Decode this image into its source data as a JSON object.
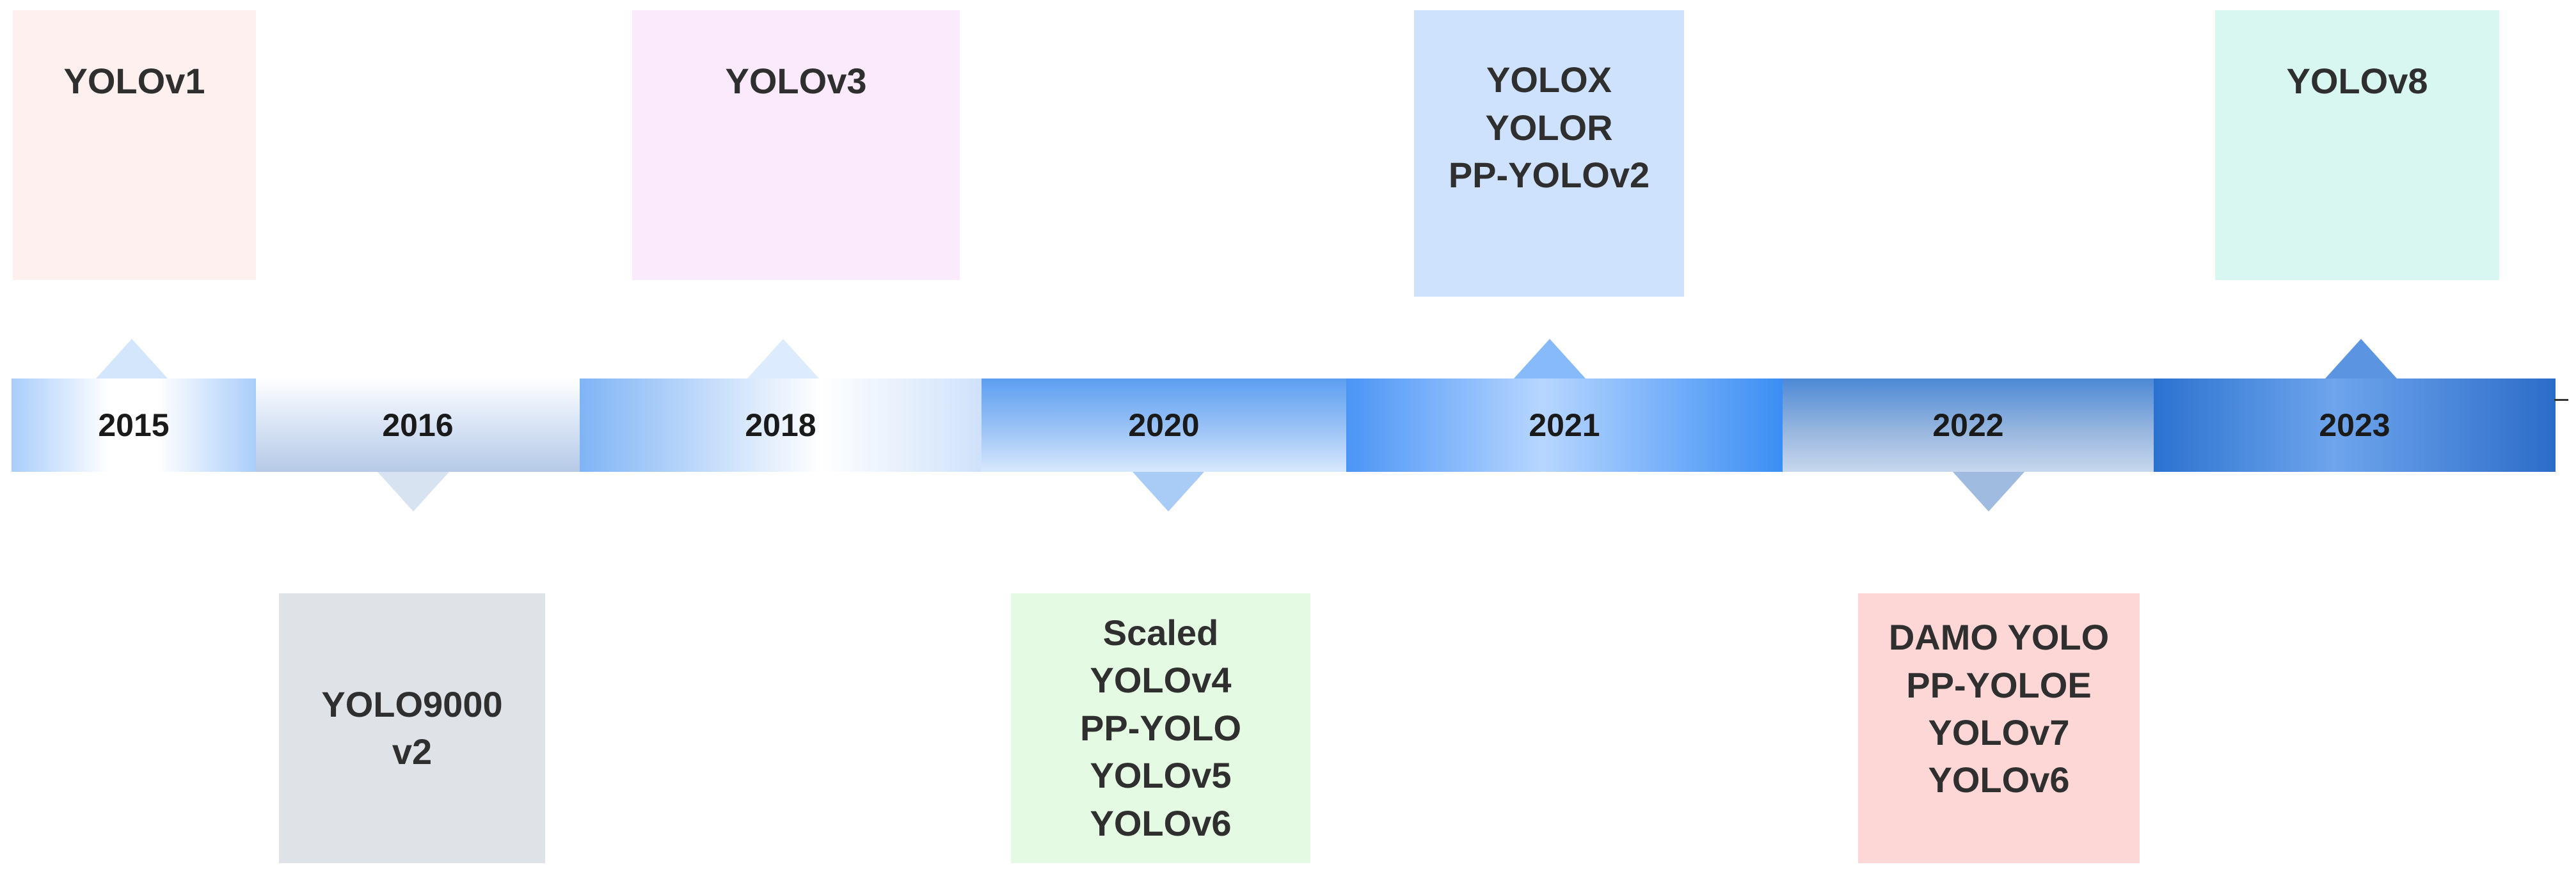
{
  "timeline": {
    "segments": [
      {
        "year": "2015",
        "bg": "linear-gradient(90deg,#a9cdfb 0%,#ffffff 40%,#ffffff 60%,#a9cdfb 100%)"
      },
      {
        "year": "2016",
        "bg": "linear-gradient(180deg,#ffffff 0%,#dfe9f8 40%,#b5c9e6 100%)"
      },
      {
        "year": "2018",
        "bg": "linear-gradient(90deg,#7fb4f5 0%,#ffffff 60%,#cfe2fb 100%)"
      },
      {
        "year": "2020",
        "bg": "linear-gradient(180deg,#5d9ef0 0%,#9cc4f6 55%,#d7e8fd 100%)"
      },
      {
        "year": "2021",
        "bg": "linear-gradient(90deg,#4b95f5 0%,#b7d6ff 45%,#3b8ef4 100%)"
      },
      {
        "year": "2022",
        "bg": "linear-gradient(180deg,#4d89d6 0%,#9cb9df 60%,#c7d7ee 100%)"
      },
      {
        "year": "2023",
        "bg": "linear-gradient(90deg,#2b72d0 0%,#6ea5ec 45%,#2c6cc9 100%)"
      }
    ]
  },
  "models": {
    "yolov1": {
      "lines": [
        "YOLOv1"
      ],
      "color": "#fdf0ee"
    },
    "yolov3": {
      "lines": [
        "YOLOv3"
      ],
      "color": "#faeafc"
    },
    "y2021": {
      "lines": [
        "YOLOX",
        "YOLOR",
        "PP-YOLOv2"
      ],
      "color": "#cfe2fd"
    },
    "yolov8": {
      "lines": [
        "YOLOv8"
      ],
      "color": "#d8f7f1"
    },
    "yolo9000": {
      "lines": [
        "YOLO9000",
        "v2"
      ],
      "color": "#dfe2e6"
    },
    "y2020": {
      "lines": [
        "Scaled",
        "YOLOv4",
        "PP-YOLO",
        "YOLOv5",
        "YOLOv6"
      ],
      "color": "#e4fae3"
    },
    "y2022": {
      "lines": [
        "DAMO YOLO",
        "PP-YOLOE",
        "YOLOv7",
        "YOLOv6"
      ],
      "color": "#fdd6d6"
    }
  }
}
